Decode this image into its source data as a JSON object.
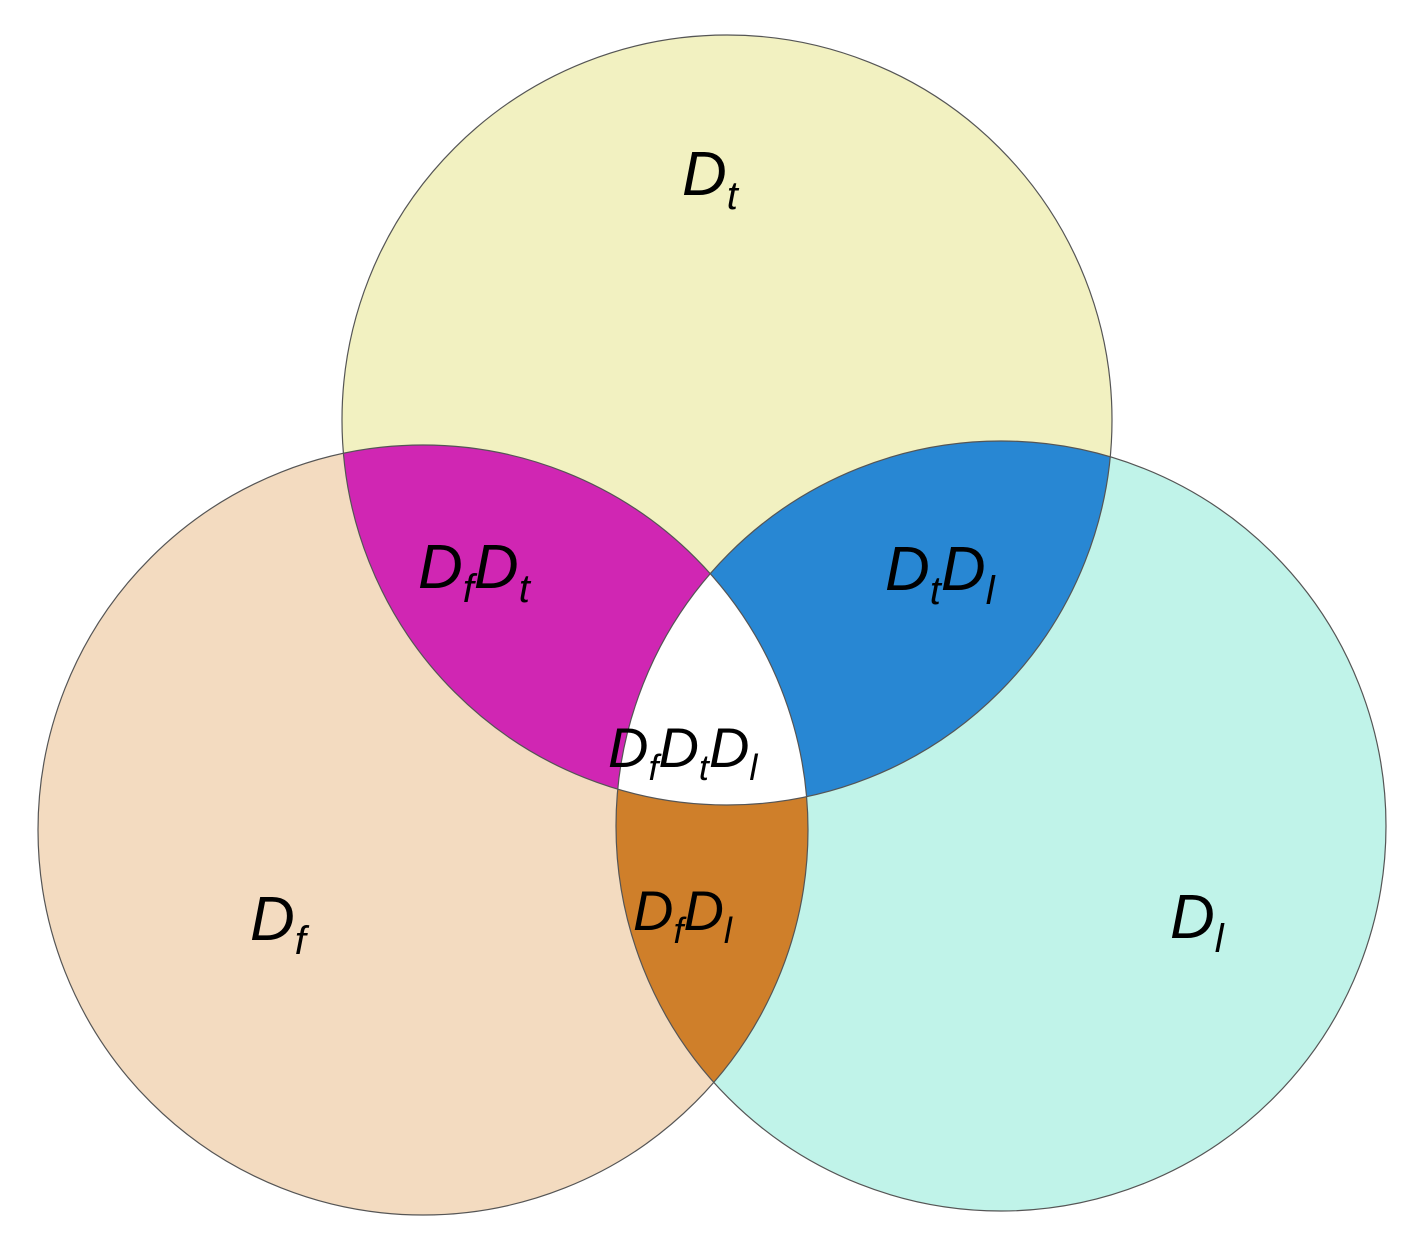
{
  "sets": {
    "top": {
      "base": "D",
      "sub": "t"
    },
    "left": {
      "base": "D",
      "sub": "f"
    },
    "right": {
      "base": "D",
      "sub": "l"
    }
  },
  "intersections": {
    "left_top": [
      {
        "base": "D",
        "sub": "f"
      },
      {
        "base": "D",
        "sub": "t"
      }
    ],
    "top_right": [
      {
        "base": "D",
        "sub": "t"
      },
      {
        "base": "D",
        "sub": "l"
      }
    ],
    "left_right": [
      {
        "base": "D",
        "sub": "f"
      },
      {
        "base": "D",
        "sub": "l"
      }
    ],
    "all": [
      {
        "base": "D",
        "sub": "f"
      },
      {
        "base": "D",
        "sub": "t"
      },
      {
        "base": "D",
        "sub": "l"
      }
    ]
  },
  "colors": {
    "top": "#f2f1c1",
    "left": "#f3dbc0",
    "right": "#c0f3e9",
    "left_top": "#d026b3",
    "top_right": "#2887d3",
    "left_right": "#cf7f2a",
    "all": "#ffffff",
    "outline": "#555555"
  }
}
